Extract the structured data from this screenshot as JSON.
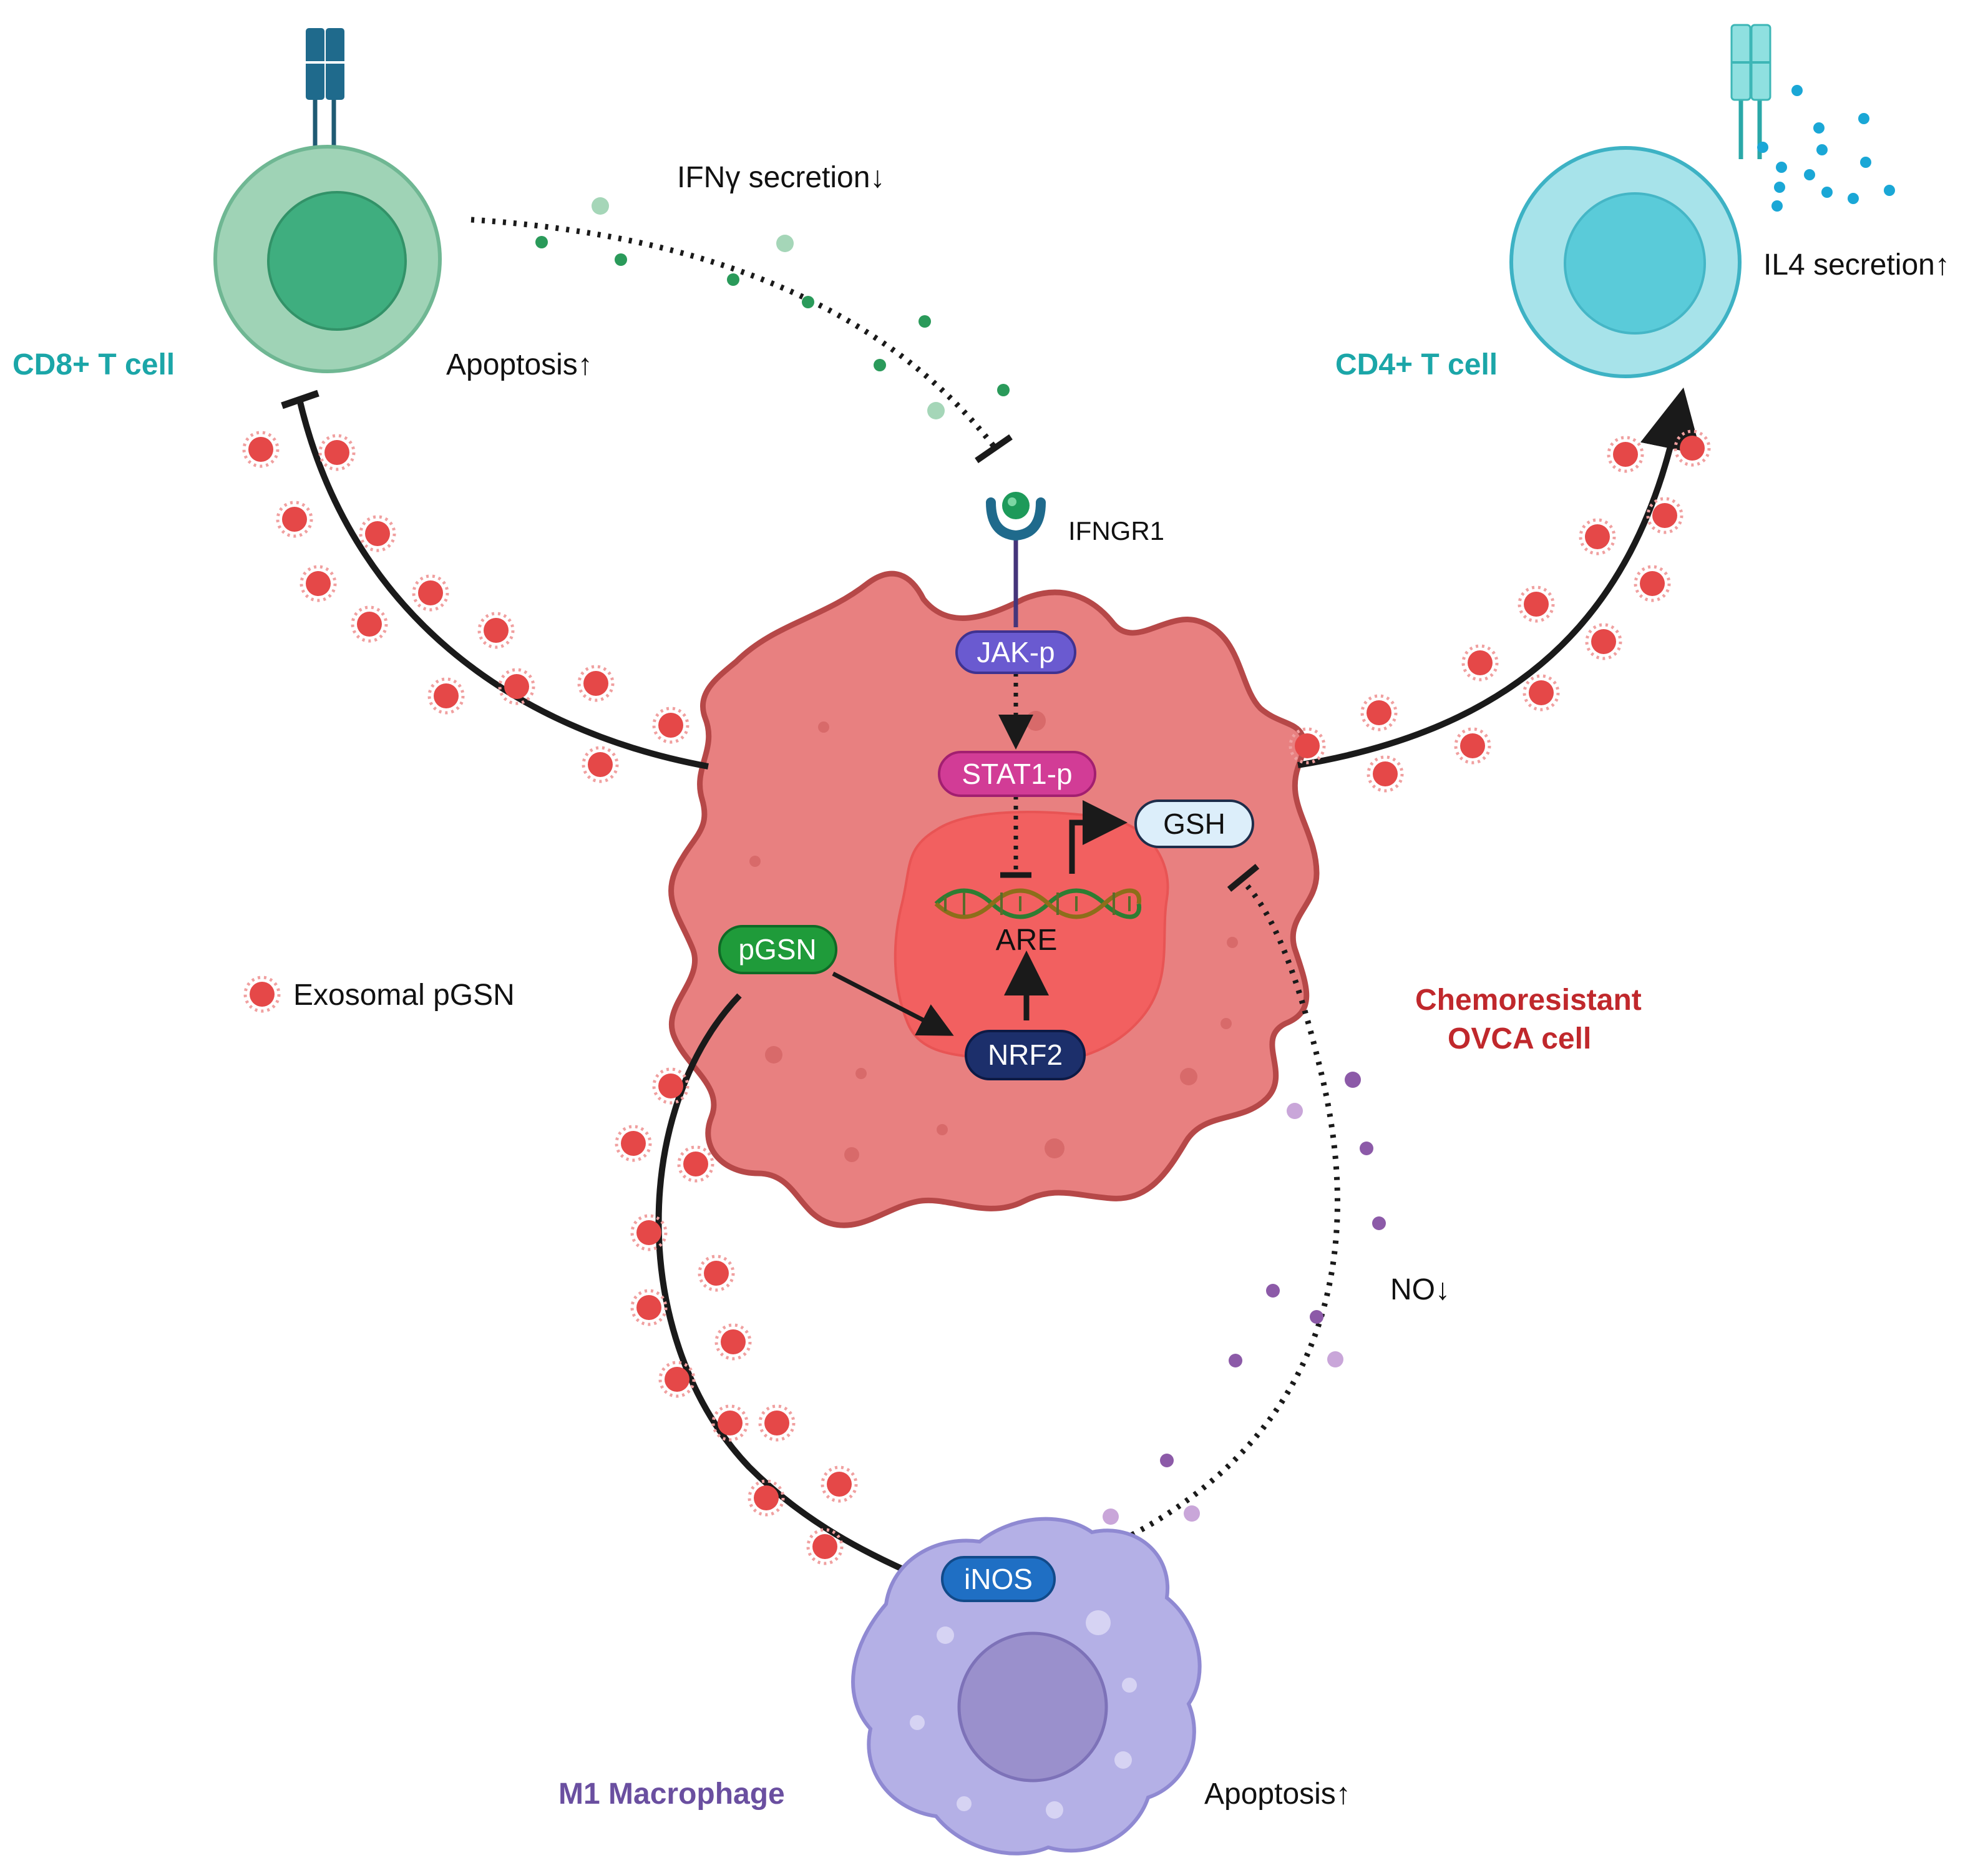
{
  "labels": {
    "cd8_title": "CD8+ T cell",
    "cd4_title": "CD4+ T cell",
    "ifng_secretion": "IFNγ secretion↓",
    "il4_secretion": "IL4 secretion↑",
    "apoptosis_cd8": "Apoptosis↑",
    "apoptosis_macro": "Apoptosis↑",
    "ifngr1": "IFNGR1",
    "tumor_title_line1": "Chemoresistant",
    "tumor_title_line2": "OVCA cell",
    "exosome_legend": "Exosomal pGSN",
    "no_label": "NO↓",
    "macrophage_title": "M1 Macrophage",
    "are": "ARE"
  },
  "nodes": {
    "jak": "JAK-p",
    "stat1": "STAT1-p",
    "gsh": "GSH",
    "pgsn": "pGSN",
    "nrf2": "NRF2",
    "inos": "iNOS"
  },
  "colors": {
    "cd8_title": "#1ba6a8",
    "cd4_title": "#1ba6a8",
    "tumor_title": "#c0282c",
    "macrophage_title": "#6a4fa0",
    "tumor_fill": "#e88080",
    "tumor_stroke": "#b64848",
    "nucleus_fill": "#f26060",
    "jak": "#6a5ad0",
    "stat1": "#d23c96",
    "gsh": "#dceefa",
    "pgsn": "#1f9b3a",
    "nrf2": "#1c2f6b",
    "inos": "#1f6fc4",
    "exosome": "#e54848"
  }
}
